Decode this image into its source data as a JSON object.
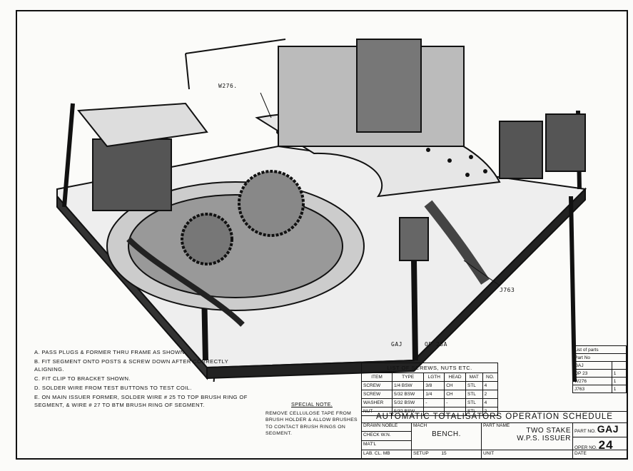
{
  "labels": {
    "w276": "W276.",
    "j763": "J763",
    "gaj": "GAJ",
    "op23a": "OP 23A"
  },
  "notes": [
    "A. Pass plugs & former thru frame as shown.",
    "B. Fit segment onto posts & screw down after correctly aligning.",
    "C. Fit clip to bracket shown.",
    "D. Solder wire from test buttons to test coil.",
    "E. On main issuer former, solder wire # 25 to top brush ring of segment, & wire # 27 to btm brush ring of segment."
  ],
  "special_note": {
    "heading": "Special Note.",
    "text": "Remove cellulose tape from brush holder & allow brushes to contact brush rings on segment."
  },
  "screws_table": {
    "title": "List of screws, nuts etc.",
    "headers": [
      "Item",
      "Type",
      "Lgth",
      "Head",
      "Mat",
      "No."
    ],
    "rows": [
      [
        "Screw",
        "1/4 BSW",
        "3/8",
        "CH",
        "STL",
        "4"
      ],
      [
        "Screw",
        "5/32 BSW",
        "1/4",
        "CH",
        "STL",
        "2"
      ],
      [
        "Washer",
        "5/32 BSW",
        "-",
        "-",
        "STL",
        "4"
      ],
      [
        "Nut",
        "5/32 BSW",
        "-",
        "-",
        "STL",
        "2"
      ]
    ]
  },
  "parts_list": {
    "title": "List of parts",
    "header": "Part No",
    "rows": [
      [
        "GAJ",
        ""
      ],
      [
        "OP 23",
        "1"
      ],
      [
        "W276",
        "1"
      ],
      [
        "J763",
        "1"
      ]
    ]
  },
  "schedule": {
    "title": "AUTOMATIC TOTALISATORS OPERATION SCHEDULE",
    "drawn_label": "Drawn",
    "drawn": "Noble",
    "check_label": "Check",
    "check": "W.N.",
    "matl_label": "Mat'l",
    "lab_label": "Lab. Cl.",
    "lab": "MB",
    "mach_label": "Mach",
    "mach": "BENCH.",
    "setup_label": "Setup",
    "setup": "15",
    "part_name_label": "Part Name",
    "part_name_1": "TWO STAKE",
    "part_name_2": "W.P.S.  ISSUER",
    "unit_label": "Unit",
    "part_no_label": "Part No.",
    "part_no": "GAJ",
    "oper_label": "Oper No.",
    "oper_no": "24",
    "date_label": "Date"
  }
}
